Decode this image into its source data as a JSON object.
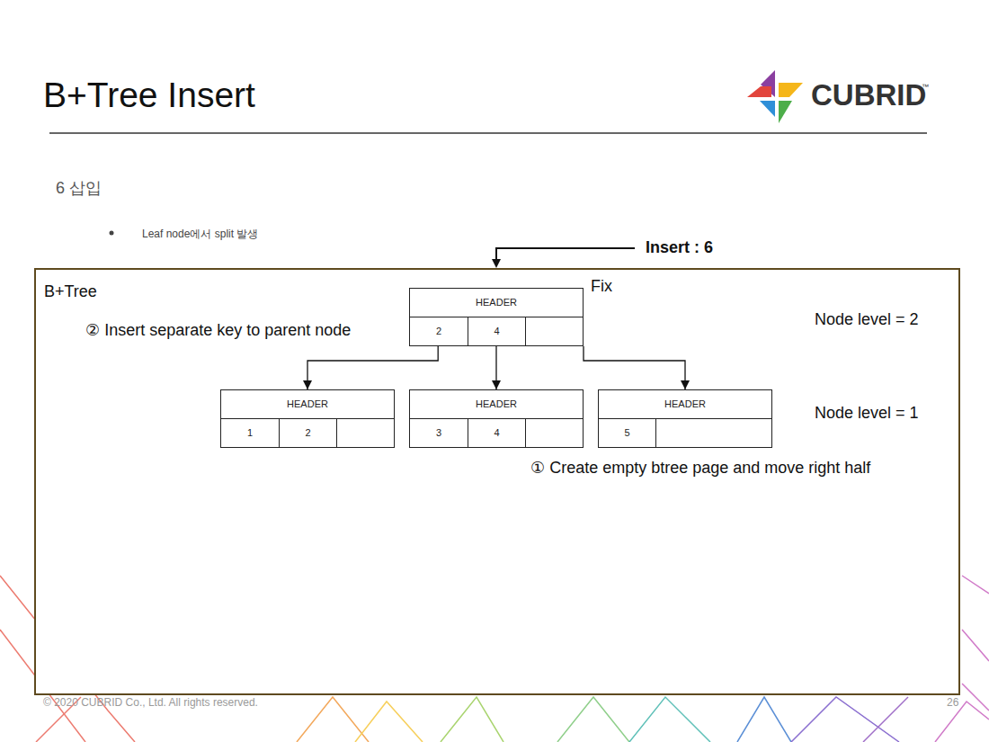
{
  "diagram": {
    "title": "B+Tree Insert",
    "nodes": [
      {
        "text": [
          "B+Tree"
        ]
      },
      {
        "text": [
          "HEADER",
          "2",
          "4"
        ],
        "in": 0
      },
      {
        "text": [
          "HEADER",
          "1",
          "2"
        ],
        "in": 0
      },
      {
        "text": [
          "HEADER",
          "3",
          "4"
        ],
        "in": 0
      },
      {
        "text": [
          "HEADER",
          "5"
        ],
        "in": 0
      }
    ],
    "edges": [
      {
        "from": 1,
        "to": 2,
        "arrow": "to"
      },
      {
        "from": 1,
        "to": 3,
        "arrow": "to"
      },
      {
        "from": 1,
        "to": 4,
        "arrow": "to"
      }
    ],
    "labels": [
      "6 삽입",
      "Leaf node에서 split 발생",
      "Insert : 6",
      "Fix",
      "② Insert separate key to parent node",
      "Node level = 2",
      "Node level = 1",
      "① Create empty btree page and move right half",
      "CUBRID",
      "™",
      "© 2020 CUBRID Co., Ltd. All rights reserved.",
      "26"
    ]
  }
}
